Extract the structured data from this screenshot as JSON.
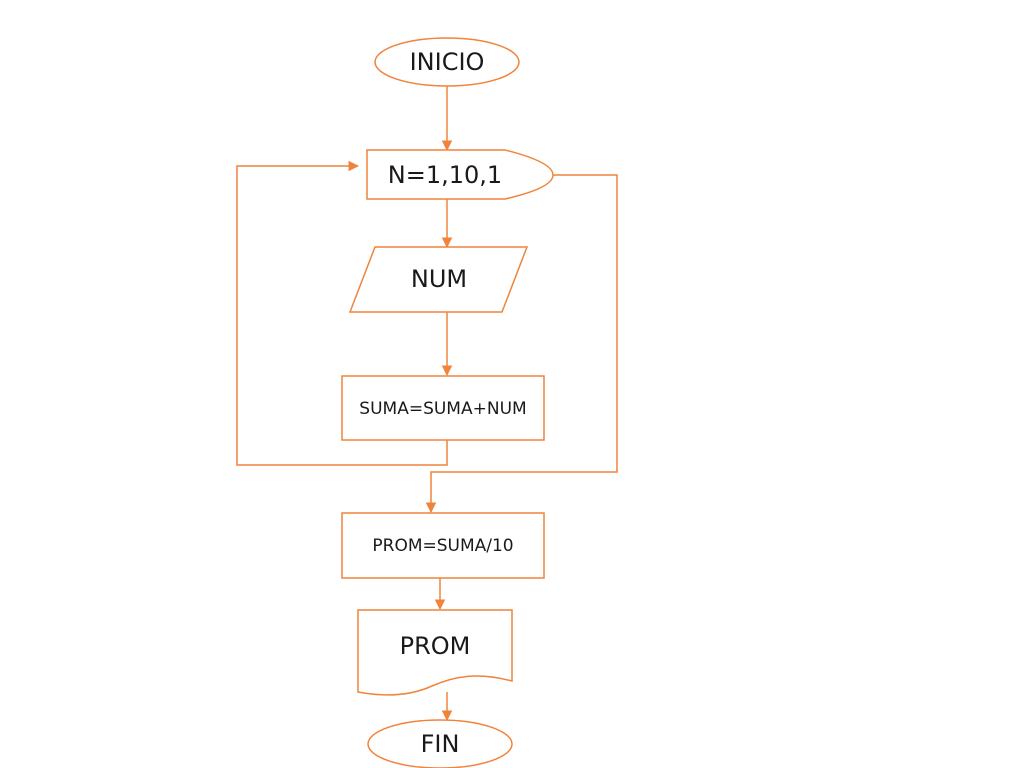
{
  "diagram": {
    "nodes": {
      "start": "INICIO",
      "loop": "N=1,10,1",
      "input": "NUM",
      "process_sum": "SUMA=SUMA+NUM",
      "process_avg": "PROM=SUMA/10",
      "output": "PROM",
      "end": "FIN"
    }
  },
  "colors": {
    "stroke": "#F0843C",
    "text": "#1a1a1a",
    "background": "#ffffff"
  }
}
